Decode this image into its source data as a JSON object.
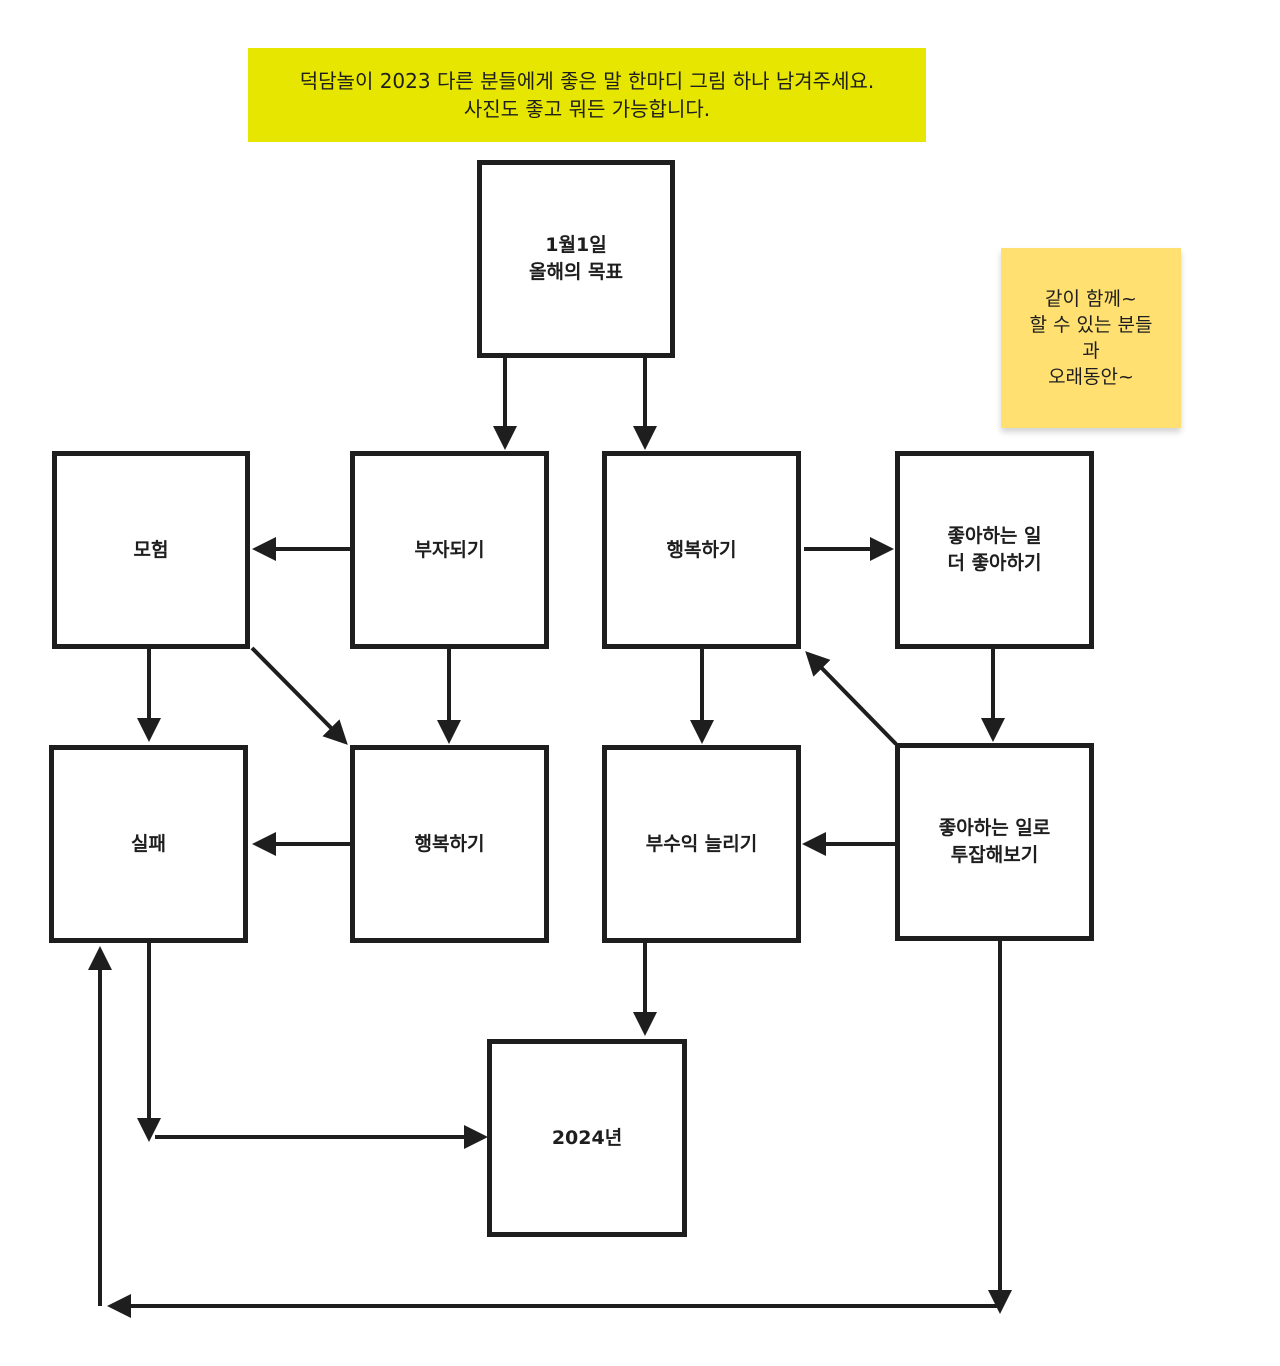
{
  "banner": {
    "lines": [
      "덕담놀이 2023 다른 분들에게 좋은 말 한마디 그림 하나 남겨주세요.",
      "사진도 좋고 뭐든 가능합니다."
    ]
  },
  "sticky": {
    "lines": [
      "같이 함께~",
      "할 수 있는 분들",
      "과",
      "오래동안~"
    ]
  },
  "nodes": {
    "goal": [
      "1월1일",
      "올해의 목표"
    ],
    "adventure": [
      "모험"
    ],
    "rich": [
      "부자되기"
    ],
    "happy1": [
      "행복하기"
    ],
    "like_work": [
      "좋아하는 일",
      "더 좋아하기"
    ],
    "fail": [
      "실패"
    ],
    "happy2": [
      "행복하기"
    ],
    "side_income": [
      "부수익 늘리기"
    ],
    "side_job": [
      "좋아하는 일로",
      "투잡해보기"
    ],
    "year2024": [
      "2024년"
    ]
  },
  "colors": {
    "banner": "#e6e600",
    "sticky": "#ffe071",
    "stroke": "#1e1e1e"
  }
}
